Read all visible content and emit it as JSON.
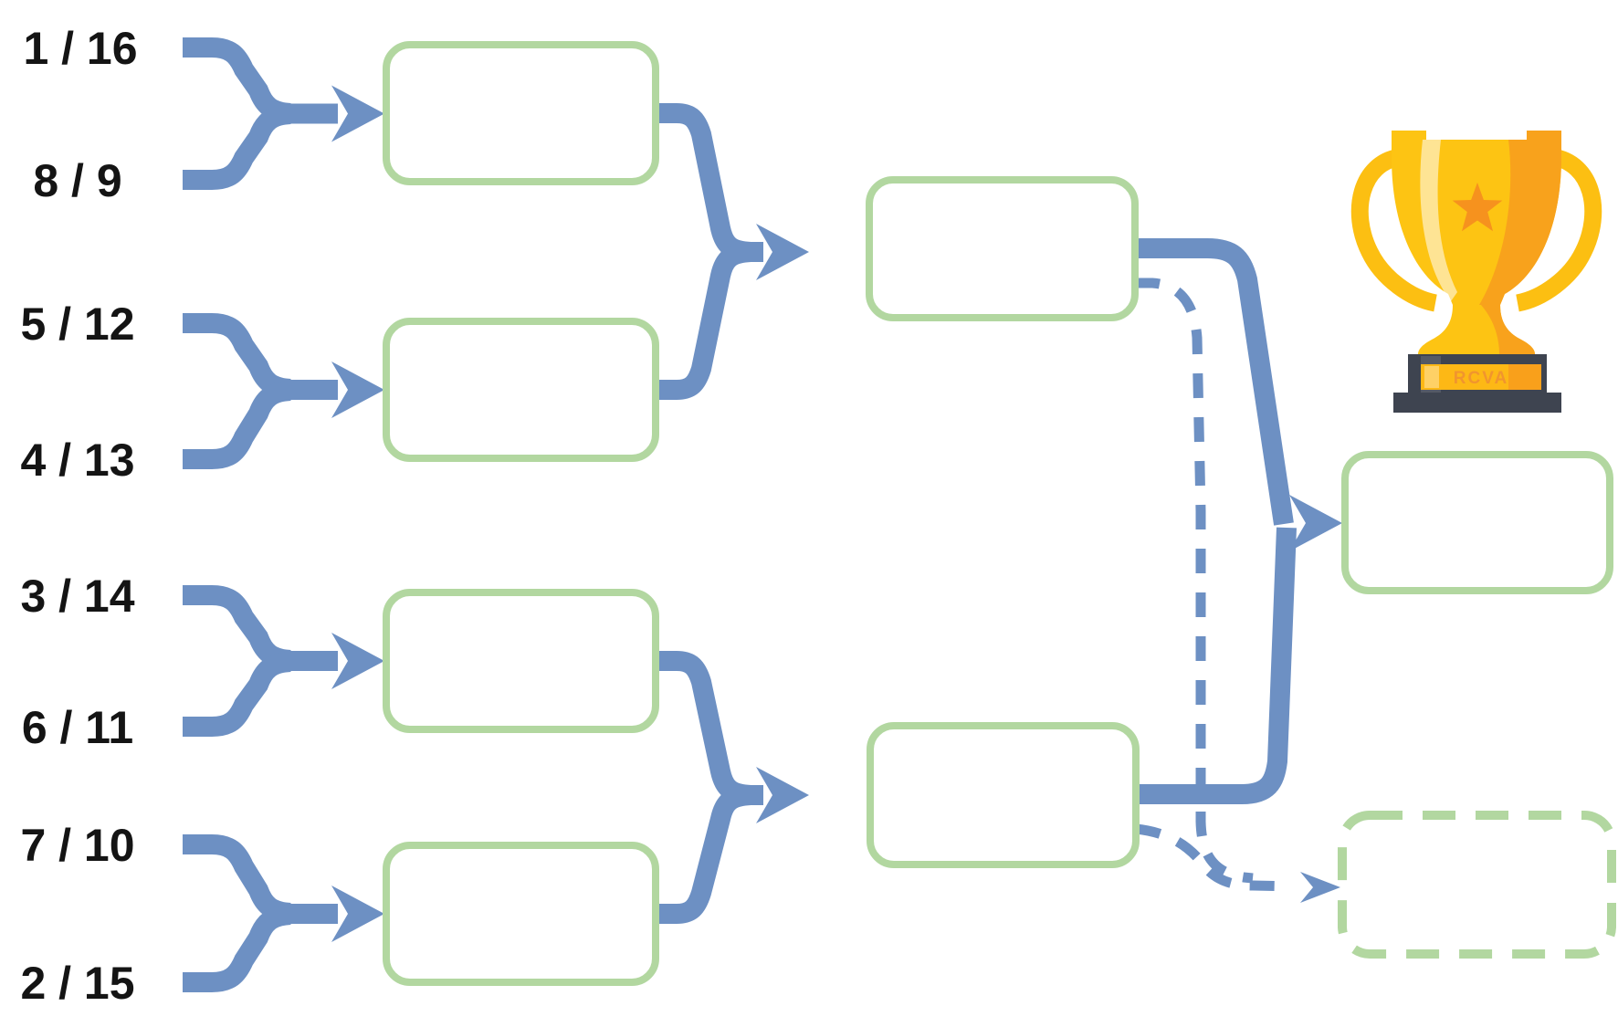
{
  "bracket": {
    "seeds": [
      {
        "label": "1 / 16"
      },
      {
        "label": "8 / 9"
      },
      {
        "label": "5 / 12"
      },
      {
        "label": "4 / 13"
      },
      {
        "label": "3 / 14"
      },
      {
        "label": "6 / 11"
      },
      {
        "label": "7 / 10"
      },
      {
        "label": "2 / 15"
      }
    ],
    "matches": {
      "quarterfinal_1": "",
      "quarterfinal_2": "",
      "quarterfinal_3": "",
      "quarterfinal_4": "",
      "semifinal_1": "",
      "semifinal_2": "",
      "final": "",
      "third_place": ""
    }
  },
  "trophy": {
    "plate_text": "RCVA"
  },
  "colors": {
    "connector": "#6d90c3",
    "box_border": "#b2d7a0",
    "label": "#141414",
    "trophy_gold": "#fdc413",
    "trophy_orange": "#f8a21c",
    "trophy_accent": "#f6921e",
    "trophy_base": "#3e4450",
    "plate_gold": "#fdb815",
    "plate_text_color": "#ef8f33"
  }
}
